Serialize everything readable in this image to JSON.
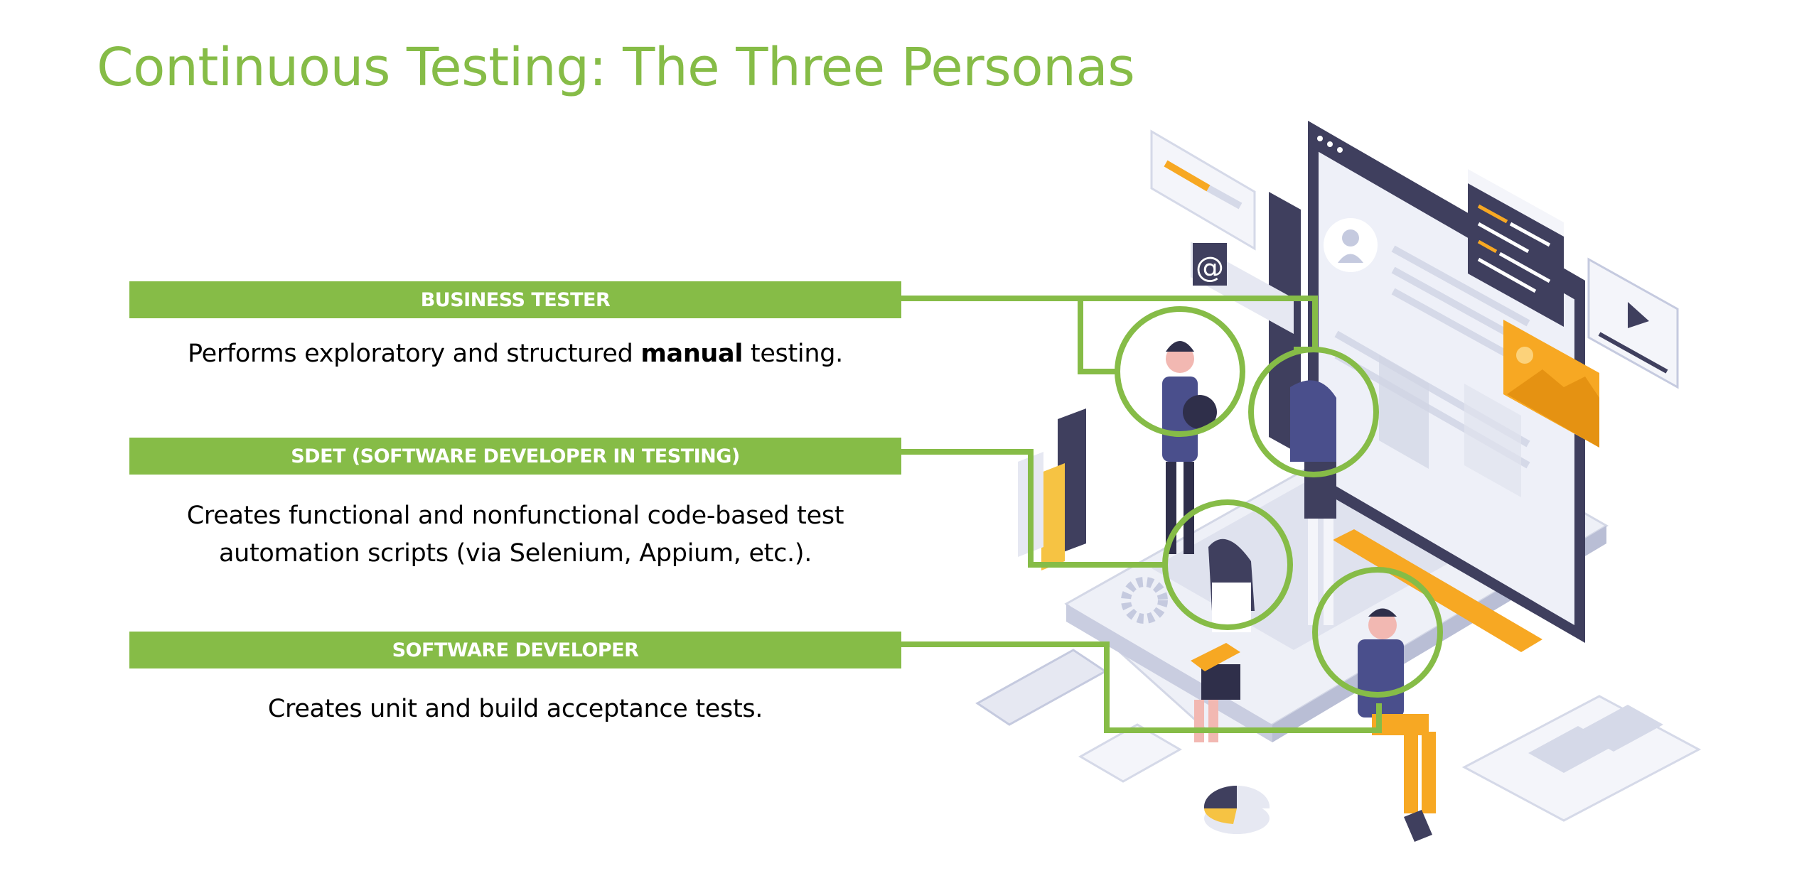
{
  "title": "Continuous Testing: The Three Personas",
  "personas": [
    {
      "heading": "BUSINESS TESTER",
      "desc_pre": "Performs exploratory and structured ",
      "desc_bold": "manual",
      "desc_post": " testing."
    },
    {
      "heading": "SDET (SOFTWARE DEVELOPER IN TESTING)",
      "desc_line1": "Creates functional and nonfunctional code-based test",
      "desc_line2": "automation scripts (via Selenium, Appium, etc.)."
    },
    {
      "heading": "SOFTWARE DEVELOPER",
      "desc": "Creates unit and build acceptance tests."
    }
  ],
  "illustration": {
    "email_symbol": "@",
    "colors": {
      "accent": "#86bc47",
      "navy": "#3f3f5e",
      "orange": "#f7a823",
      "yellow": "#f6c343",
      "light": "#e6e8f2"
    }
  }
}
